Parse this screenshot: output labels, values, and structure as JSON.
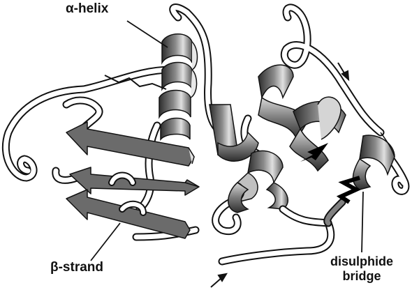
{
  "labels": {
    "helix": "α-helix",
    "strand": "β-strand",
    "disulphide_line1": "disulphide",
    "disulphide_line2": "bridge"
  },
  "colors": {
    "ribbon_fill": "#ffffff",
    "ribbon_outline": "#111111",
    "helix_dark": "#4a4a4a",
    "helix_light": "#c8c8c8",
    "strand_fill": "#6b6b6b",
    "bridge": "#000000",
    "background": "#ffffff"
  }
}
